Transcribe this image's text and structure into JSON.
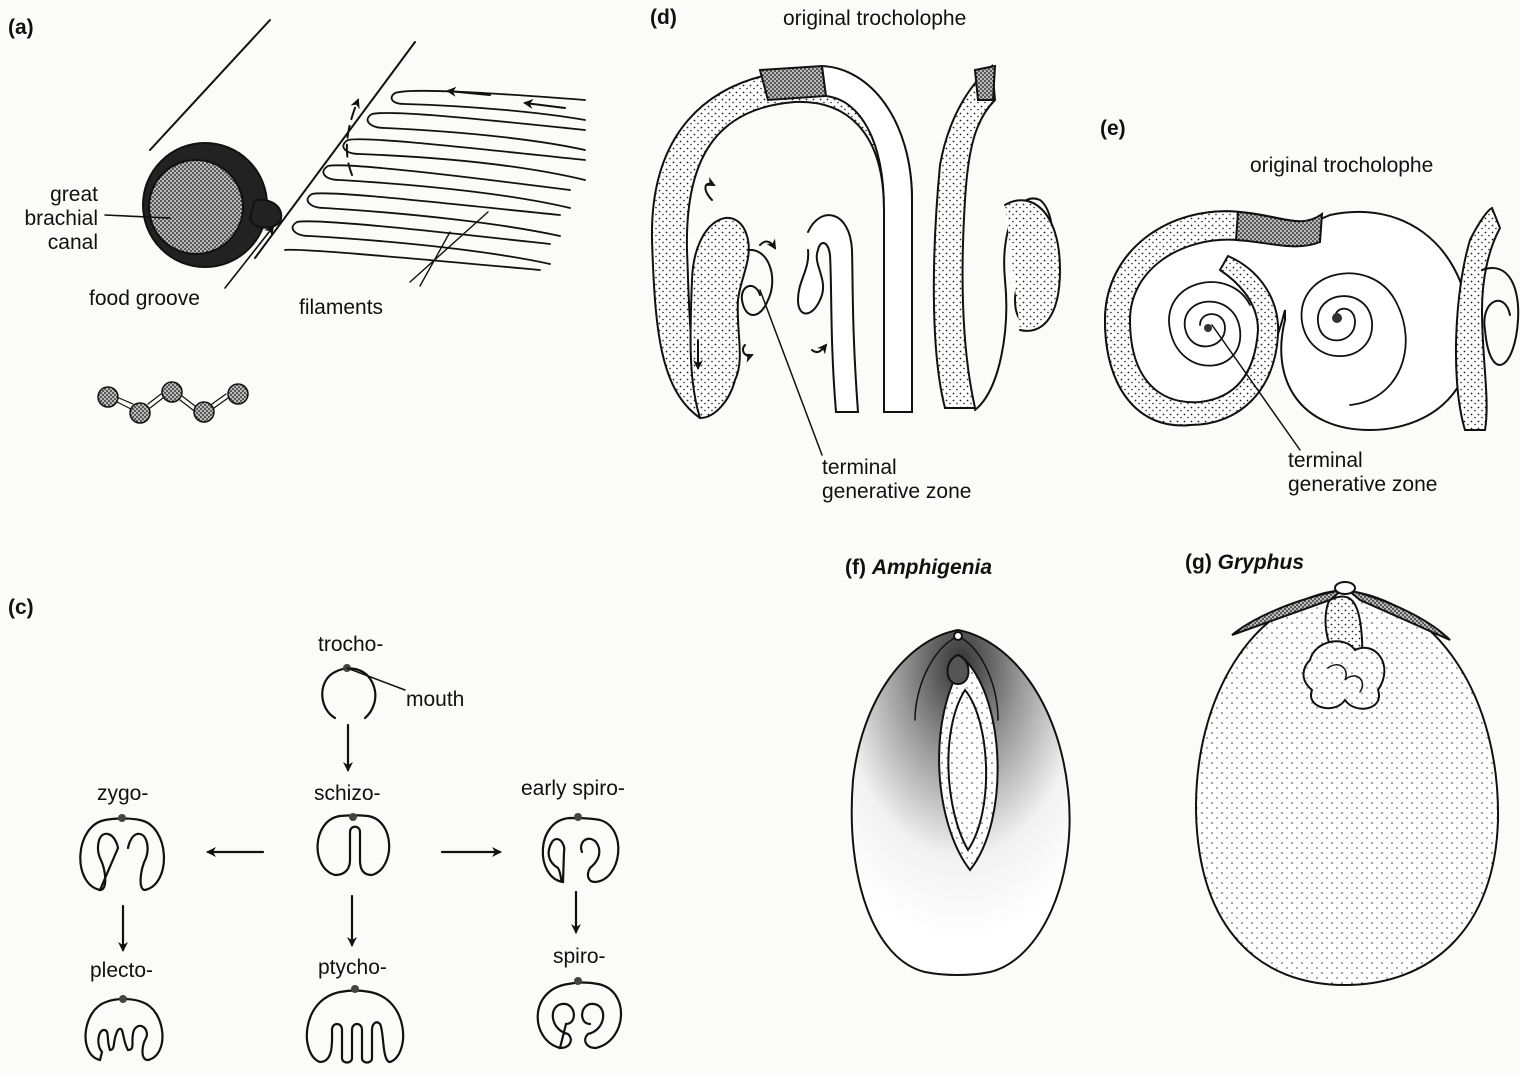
{
  "panels": {
    "a": "(a)",
    "c": "(c)",
    "d": "(d)",
    "e": "(e)",
    "f": "(f)",
    "g": "(g)"
  },
  "genera": {
    "f": "Amphigenia",
    "g": "Gryphus"
  },
  "panel_a": {
    "great_brachial_canal": [
      "great",
      "brachial",
      "canal"
    ],
    "food_groove": "food groove",
    "filaments": "filaments"
  },
  "panel_c": {
    "trocho": "trocho-",
    "mouth": "mouth",
    "schizo": "schizo-",
    "zygo": "zygo-",
    "early_spiro": "early spiro-",
    "plecto": "plecto-",
    "ptycho": "ptycho-",
    "spiro": "spiro-"
  },
  "panel_d": {
    "original": "original trocholophe",
    "terminal": [
      "terminal",
      "generative zone"
    ]
  },
  "panel_e": {
    "original": "original trocholophe",
    "terminal": [
      "terminal",
      "generative zone"
    ]
  }
}
